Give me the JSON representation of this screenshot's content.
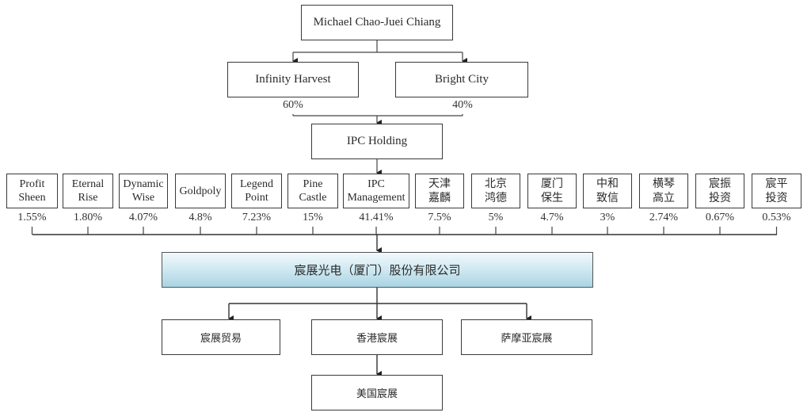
{
  "diagram": {
    "type": "ownership-structure",
    "top": {
      "name": "Michael Chao-Juei Chiang"
    },
    "tier2": [
      {
        "name": "Infinity Harvest",
        "pct": "60%"
      },
      {
        "name": "Bright City",
        "pct": "40%"
      }
    ],
    "holding": {
      "name": "IPC Holding"
    },
    "shareholders": [
      {
        "line1": "Profit",
        "line2": "Sheen",
        "pct": "1.55%"
      },
      {
        "line1": "Eternal",
        "line2": "Rise",
        "pct": "1.80%"
      },
      {
        "line1": "Dynamic",
        "line2": "Wise",
        "pct": "4.07%"
      },
      {
        "line1": "Goldpoly",
        "line2": "",
        "pct": "4.8%"
      },
      {
        "line1": "Legend",
        "line2": "Point",
        "pct": "7.23%"
      },
      {
        "line1": "Pine",
        "line2": "Castle",
        "pct": "15%"
      },
      {
        "line1": "IPC",
        "line2": "Management",
        "pct": "41.41%"
      },
      {
        "line1": "天津",
        "line2": "嘉麟",
        "pct": "7.5%"
      },
      {
        "line1": "北京",
        "line2": "鸿德",
        "pct": "5%"
      },
      {
        "line1": "厦门",
        "line2": "保生",
        "pct": "4.7%"
      },
      {
        "line1": "中和",
        "line2": "致信",
        "pct": "3%"
      },
      {
        "line1": "横琴",
        "line2": "高立",
        "pct": "2.74%"
      },
      {
        "line1": "宸振",
        "line2": "投资",
        "pct": "0.67%"
      },
      {
        "line1": "宸平",
        "line2": "投资",
        "pct": "0.53%"
      }
    ],
    "company": {
      "name": "宸展光电（厦门）股份有限公司"
    },
    "subsidiaries": [
      {
        "name": "宸展贸易"
      },
      {
        "name": "香港宸展"
      },
      {
        "name": "萨摩亚宸展"
      }
    ],
    "sub_subsidiary": {
      "name": "美国宸展",
      "parent": "香港宸展"
    },
    "colors": {
      "company_gradient_top": "#f2f9fc",
      "company_gradient_bottom": "#a9d4e4",
      "line": "#3a3a3a"
    }
  }
}
